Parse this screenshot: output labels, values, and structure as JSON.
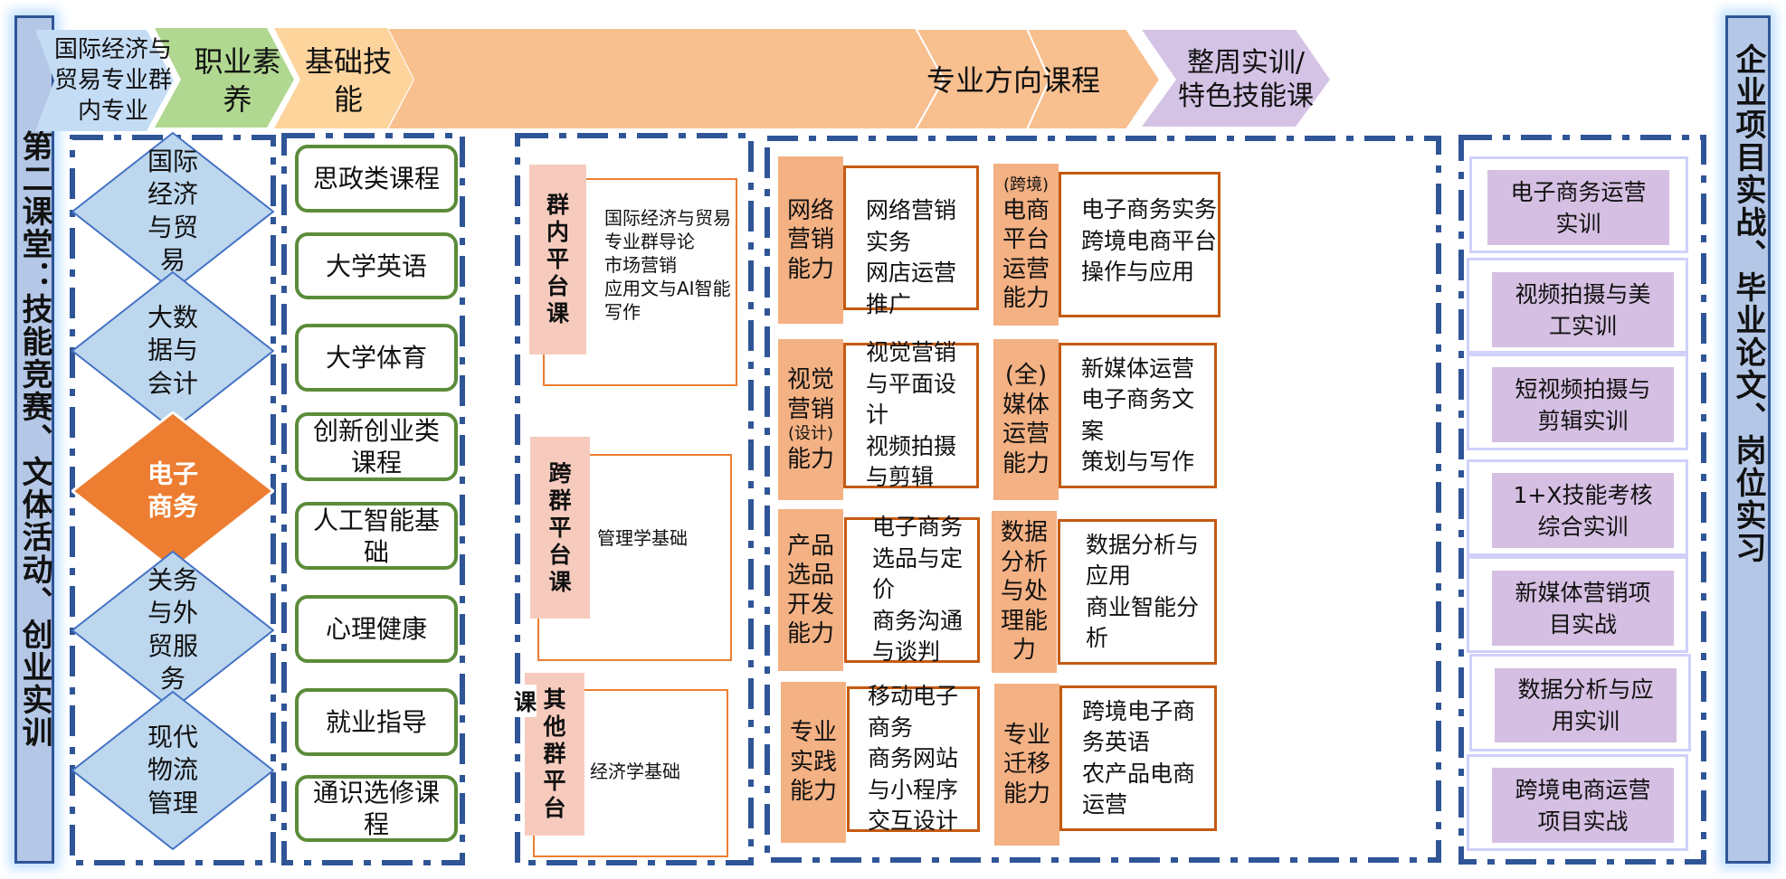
{
  "left_sidebar": {
    "label": "第二课堂：技能竞赛、文体活动、创业实训"
  },
  "right_sidebar": {
    "label": "企业项目实战、毕业论文、岗位实习"
  },
  "header": {
    "stages": [
      "国际经济与贸易专业群内专业",
      "职业素养",
      "基础技能",
      "专业方向课程",
      "整周实训/特色技能课"
    ]
  },
  "colors": {
    "dash": "#2f5597",
    "diamond": "#bdd7ee",
    "diamond_active": "#ed7d31",
    "green_border": "#5b8c3a",
    "ability_label": "#f4b183",
    "platform_label": "#f6cbbd",
    "practice": "#d5bfe2"
  },
  "majors": [
    {
      "label": "国际经济与贸易",
      "active": false
    },
    {
      "label": "大数据与会计",
      "active": false
    },
    {
      "label": "电子商务",
      "active": true
    },
    {
      "label": "关务与外贸服务",
      "active": false
    },
    {
      "label": "现代物流管理",
      "active": false
    }
  ],
  "literacy": [
    "思政类课程",
    "大学英语",
    "大学体育",
    "创新创业类课程",
    "人工智能基础",
    "心理健康",
    "就业指导",
    "通识选修课程"
  ],
  "platforms": [
    {
      "label": "群内平台课",
      "courses": [
        "国际经济与贸易专业群导论",
        "市场营销",
        "应用文与AI智能写作"
      ]
    },
    {
      "label": "跨群平台课",
      "courses": [
        "管理学基础"
      ]
    },
    {
      "label": "其他群平台",
      "extra": "课",
      "courses": [
        "经济学基础"
      ]
    }
  ],
  "abilities": [
    {
      "label": "网络营销能力",
      "courses": [
        "网络营销实务",
        "网店运营推广"
      ]
    },
    {
      "prefix": "(跨境)",
      "label": "电商平台运营能力",
      "courses": [
        "电子商务实务",
        "跨境电商平台",
        "操作与应用"
      ]
    },
    {
      "label": "视觉营销",
      "note": "(设计)",
      "label2": "能力",
      "courses": [
        "视觉营销与平面设计",
        "视频拍摄与剪辑"
      ]
    },
    {
      "prefix": "(全)",
      "label": "媒体运营能力",
      "courses": [
        "新媒体运营",
        "电子商务文案",
        "策划与写作"
      ]
    },
    {
      "label": "产品选品开发能力",
      "courses": [
        "电子商务选品与定价",
        "商务沟通与谈判"
      ]
    },
    {
      "label": "数据分析与处理能力",
      "courses": [
        "数据分析与应用",
        "商业智能分析"
      ]
    },
    {
      "label": "专业实践能力",
      "courses": [
        "移动电子商务",
        "商务网站与小程序交互设计"
      ]
    },
    {
      "label": "专业迁移能力",
      "courses": [
        "跨境电子商务英语",
        "农产品电商运营"
      ]
    }
  ],
  "practice": [
    "电子商务运营实训",
    "视频拍摄与美工实训",
    "短视频拍摄与剪辑实训",
    "1+X技能考核综合实训",
    "新媒体营销项目实战",
    "数据分析与应用实训",
    "跨境电商运营项目实战"
  ]
}
